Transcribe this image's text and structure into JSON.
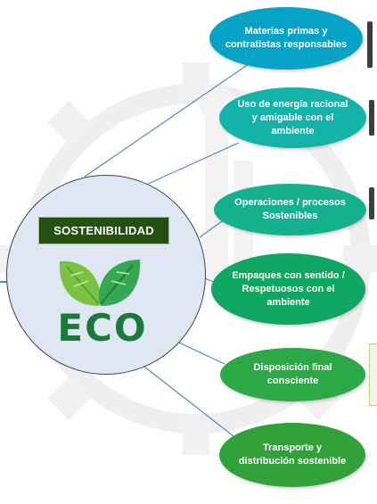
{
  "hub": {
    "label": "SOSTENIBILIDAD",
    "logo_text": "ECO"
  },
  "nodes": [
    {
      "label": "Materias primas y contratistas responsables",
      "color": "#07a3c7"
    },
    {
      "label": "Uso de energía racional y amigable con el ambiente",
      "color": "#13b3aa"
    },
    {
      "label": "Operaciones / procesos Sostenibles",
      "color": "#15b18f"
    },
    {
      "label": "Empaques con sentido / Respetuosos con el ambiente",
      "color": "#0fa662"
    },
    {
      "label": "Disposición final consciente",
      "color": "#2ca946"
    },
    {
      "label": "Transporte y distribución sostenible",
      "color": "#31a23a"
    }
  ],
  "colors": {
    "hub_fill": "#dfe8f2",
    "hub_label_bg": "#26500f",
    "eco_text": "#1b7a3b",
    "connector": "#5b86c0"
  }
}
